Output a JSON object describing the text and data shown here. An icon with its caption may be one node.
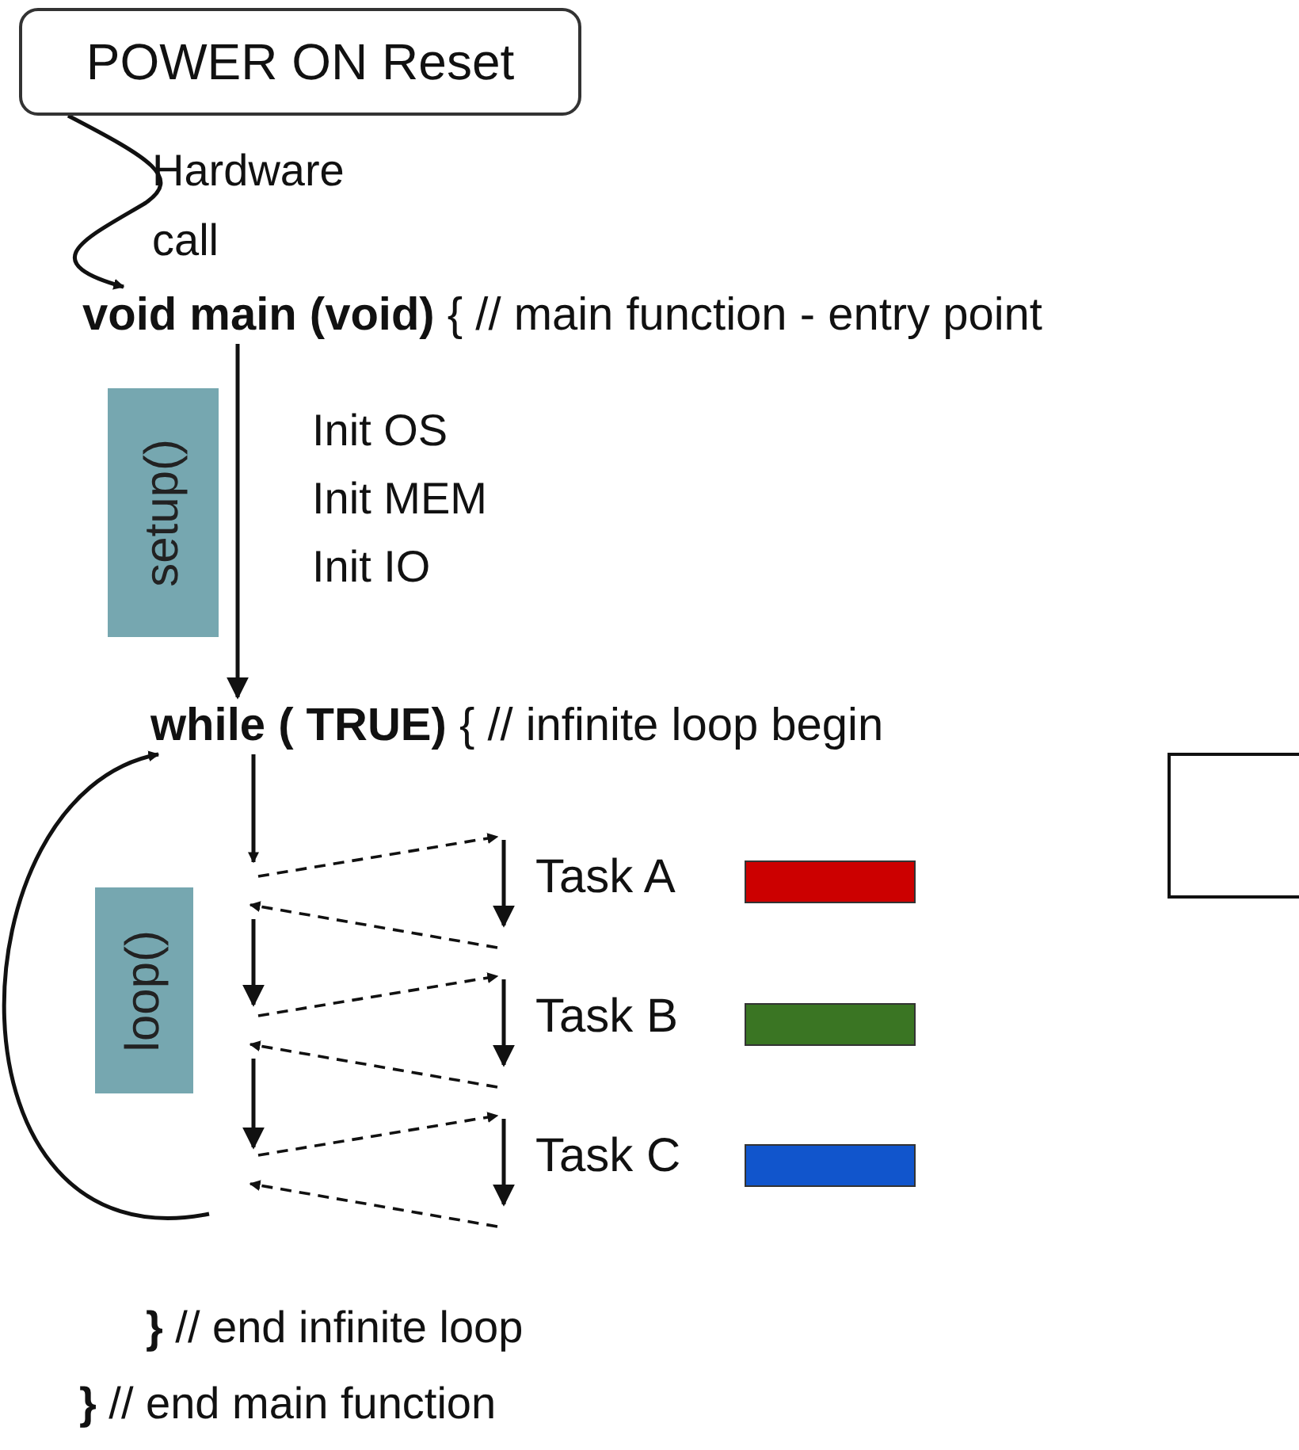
{
  "diagram": {
    "nodes": [
      {
        "text": [
          "POWER ON Reset"
        ]
      },
      {
        "text": [
          "**void main (void)** { // main function - entry point"
        ]
      },
      {
        "text": [
          "setup()"
        ]
      },
      {
        "text": [
          "**while ( TRUE)** { // infinite loop begin"
        ]
      },
      {
        "text": [],
        "shape": "box"
      },
      {
        "text": [
          "loop()"
        ]
      },
      {
        "text": [
          "Task A"
        ]
      },
      {
        "text": [],
        "shape": "bar"
      },
      {
        "text": [
          "Task B"
        ]
      },
      {
        "text": [],
        "shape": "bar"
      },
      {
        "text": [
          "Task C"
        ]
      },
      {
        "text": [],
        "shape": "bar"
      }
    ],
    "edges": [
      {
        "from": 0,
        "to": 1,
        "arrow": "to",
        "label": "Hardware call"
      },
      {
        "from": 1,
        "to": 3,
        "arrow": "to"
      },
      {
        "from": null,
        "to": 3,
        "arrow": "to"
      },
      {
        "from": 3,
        "to": null,
        "arrow": "to"
      },
      {
        "from": null,
        "to": 6,
        "arrow": "to",
        "style": "dashed"
      },
      {
        "from": 6,
        "to": null,
        "arrow": "to",
        "style": "dashed"
      },
      {
        "from": null,
        "to": 8,
        "arrow": "to",
        "style": "dashed"
      },
      {
        "from": 8,
        "to": null,
        "arrow": "to",
        "style": "dashed"
      },
      {
        "from": null,
        "to": 10,
        "arrow": "to",
        "style": "dashed"
      },
      {
        "from": 10,
        "to": null,
        "arrow": "to",
        "style": "dashed"
      }
    ],
    "labels": [
      "Init OS",
      "Init MEM",
      "Init IO",
      "**}** // end infinite loop",
      "**}** // end main function"
    ]
  }
}
